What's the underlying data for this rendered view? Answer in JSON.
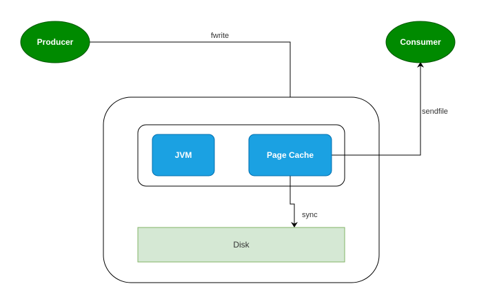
{
  "nodes": {
    "producer": {
      "label": "Producer"
    },
    "consumer": {
      "label": "Consumer"
    },
    "jvm": {
      "label": "JVM"
    },
    "page_cache": {
      "label": "Page Cache"
    },
    "disk": {
      "label": "Disk"
    }
  },
  "edges": {
    "fwrite": {
      "label": "fwrite"
    },
    "sendfile": {
      "label": "sendfile"
    },
    "sync": {
      "label": "sync"
    }
  },
  "colors": {
    "ellipse_fill": "#008a00",
    "ellipse_stroke": "#005700",
    "blue_fill": "#1ba1e2",
    "blue_stroke": "#006eaf",
    "disk_fill": "#d5e8d4",
    "disk_stroke": "#82b366",
    "line": "#000000"
  }
}
